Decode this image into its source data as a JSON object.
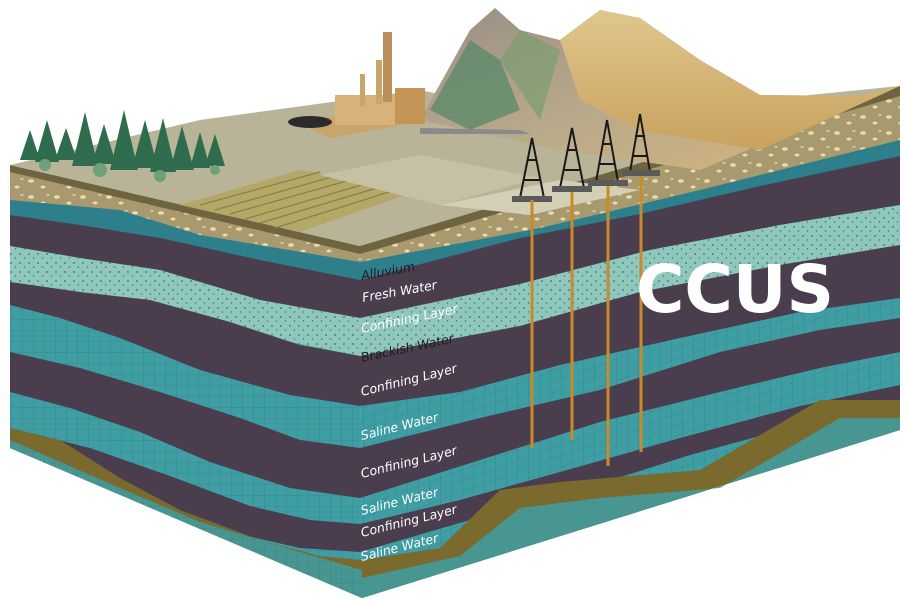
{
  "title": "CCUS",
  "labels": {
    "alluvium": "Alluvium",
    "fresh_water": "Fresh Water",
    "confining_1": "Confining Layer",
    "brackish_water": "Brackish Water",
    "confining_2": "Confining Layer",
    "saline_1": "Saline Water",
    "confining_3": "Confining Layer",
    "saline_2": "Saline Water",
    "confining_4": "Confining Layer",
    "saline_3": "Saline Water"
  },
  "colors": {
    "alluvium": "#a89a6e",
    "fresh_water": "#2e7f8c",
    "confining": "#4a3e4e",
    "brackish": "#8fc7bd",
    "saline": "#3e9ea3",
    "bedrock": "#7a6a2e",
    "well": "#c98a2a"
  },
  "icons": [
    "power-plant-icon",
    "drilling-rig-icon",
    "tree-icon",
    "mountain-icon"
  ]
}
